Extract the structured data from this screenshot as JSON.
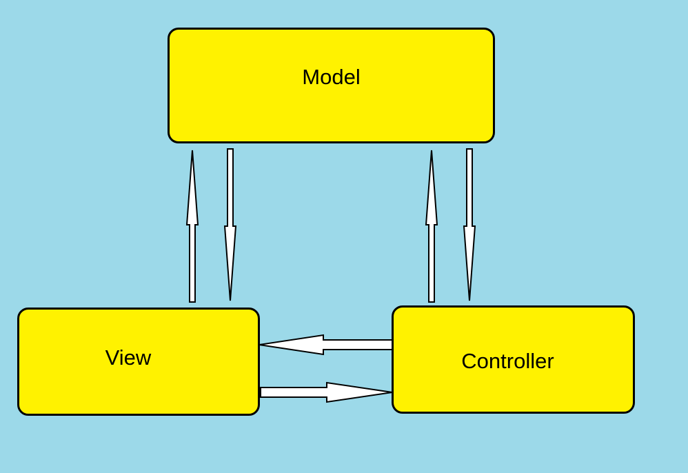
{
  "diagram": {
    "nodes": {
      "model": {
        "label": "Model"
      },
      "view": {
        "label": "View"
      },
      "controller": {
        "label": "Controller"
      }
    },
    "edges": [
      {
        "from": "view",
        "to": "model"
      },
      {
        "from": "model",
        "to": "view"
      },
      {
        "from": "controller",
        "to": "model"
      },
      {
        "from": "model",
        "to": "controller"
      },
      {
        "from": "controller",
        "to": "view"
      },
      {
        "from": "view",
        "to": "controller"
      }
    ]
  },
  "colors": {
    "background": "#9cd9e9",
    "box_fill": "#fff200",
    "box_border": "#000000",
    "arrow_fill": "#ffffff",
    "arrow_outline": "#000000"
  }
}
